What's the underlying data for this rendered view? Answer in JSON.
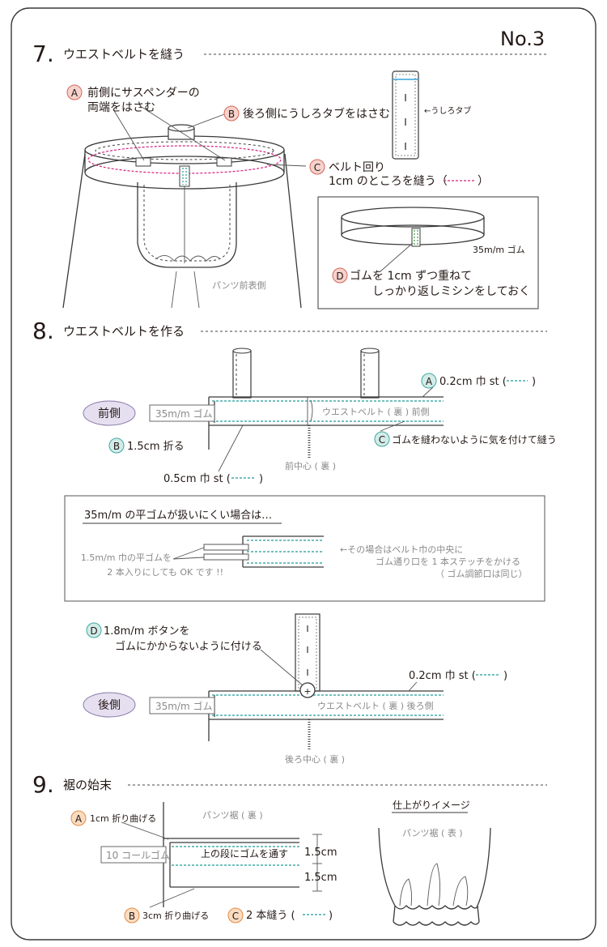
{
  "page_no": "No.3",
  "s7": {
    "num": "7.",
    "title": "ウエストベルトを縫う",
    "a_badge": "A",
    "a_l1": "前側にサスペンダーの",
    "a_l2": "両端をはさむ",
    "b_badge": "B",
    "b_text": "後ろ側にうしろタブをはさむ",
    "tab_label": "←うしろタブ",
    "c_badge": "C",
    "c_l1": "ベルト回り",
    "c_l2a": "1cm のところを縫う（",
    "c_l2b": "）",
    "gomu35": "35m/m ゴム",
    "d_badge": "D",
    "d_l1": "ゴムを 1cm ずつ重ねて",
    "d_l2": "しっかり返しミシンをしておく",
    "pants_label": "パンツ前表側"
  },
  "s8": {
    "num": "8.",
    "title": "ウエストベルトを作る",
    "front_oval": "前側",
    "gomu_box": "35m/m ゴム",
    "a_badge": "A",
    "a_text": "0.2cm 巾 st (",
    "a_close": ")",
    "belt_front": "ウエストベルト ( 裏 ) 前側",
    "b_badge": "B",
    "b_text": "1.5cm 折る",
    "c_badge": "C",
    "c_text": "ゴムを縫わないように気を付けて縫う",
    "center_front": "前中心 ( 裏 )",
    "st05": "0.5cm 巾 st (",
    "st05_close": ")",
    "box_title": "35m/m の平ゴムが扱いにくい場合は…",
    "box_left1": "1.5m/m 巾の平ゴムを",
    "box_left2": "2 本入りにしても OK です !!",
    "box_right1": "←その場合はベルト巾の中央に",
    "box_right2": "ゴム通り口を 1 本ステッチをかける",
    "box_right3": "（ ゴム調節口は同じ）",
    "d_badge": "D",
    "d_l1": "1.8m/m ボタンを",
    "d_l2": "ゴムにかからないように付ける",
    "st02_back": "0.2cm 巾 st (",
    "st02_back_close": ")",
    "back_oval": "後側",
    "gomu_box2": "35m/m ゴム",
    "belt_back": "ウエストベルト ( 裏 ) 後ろ側",
    "center_back": "後ろ中心 ( 裏 )"
  },
  "s9": {
    "num": "9.",
    "title": "裾の始末",
    "a_badge": "A",
    "a_text": "1cm 折り曲げる",
    "hem_label": "パンツ裾 ( 裏 )",
    "gomu10": "10 コールゴム",
    "inner_text": "上の段にゴムを通す",
    "dim1": "1.5cm",
    "dim2": "1.5cm",
    "b_badge": "B",
    "b_text": "3cm 折り曲げる",
    "c_badge": "C",
    "c_text": "2 本縫う (",
    "c_close": ")",
    "finish_title": "仕上がりイメージ",
    "finish_label": "パンツ裾 ( 表 )"
  }
}
